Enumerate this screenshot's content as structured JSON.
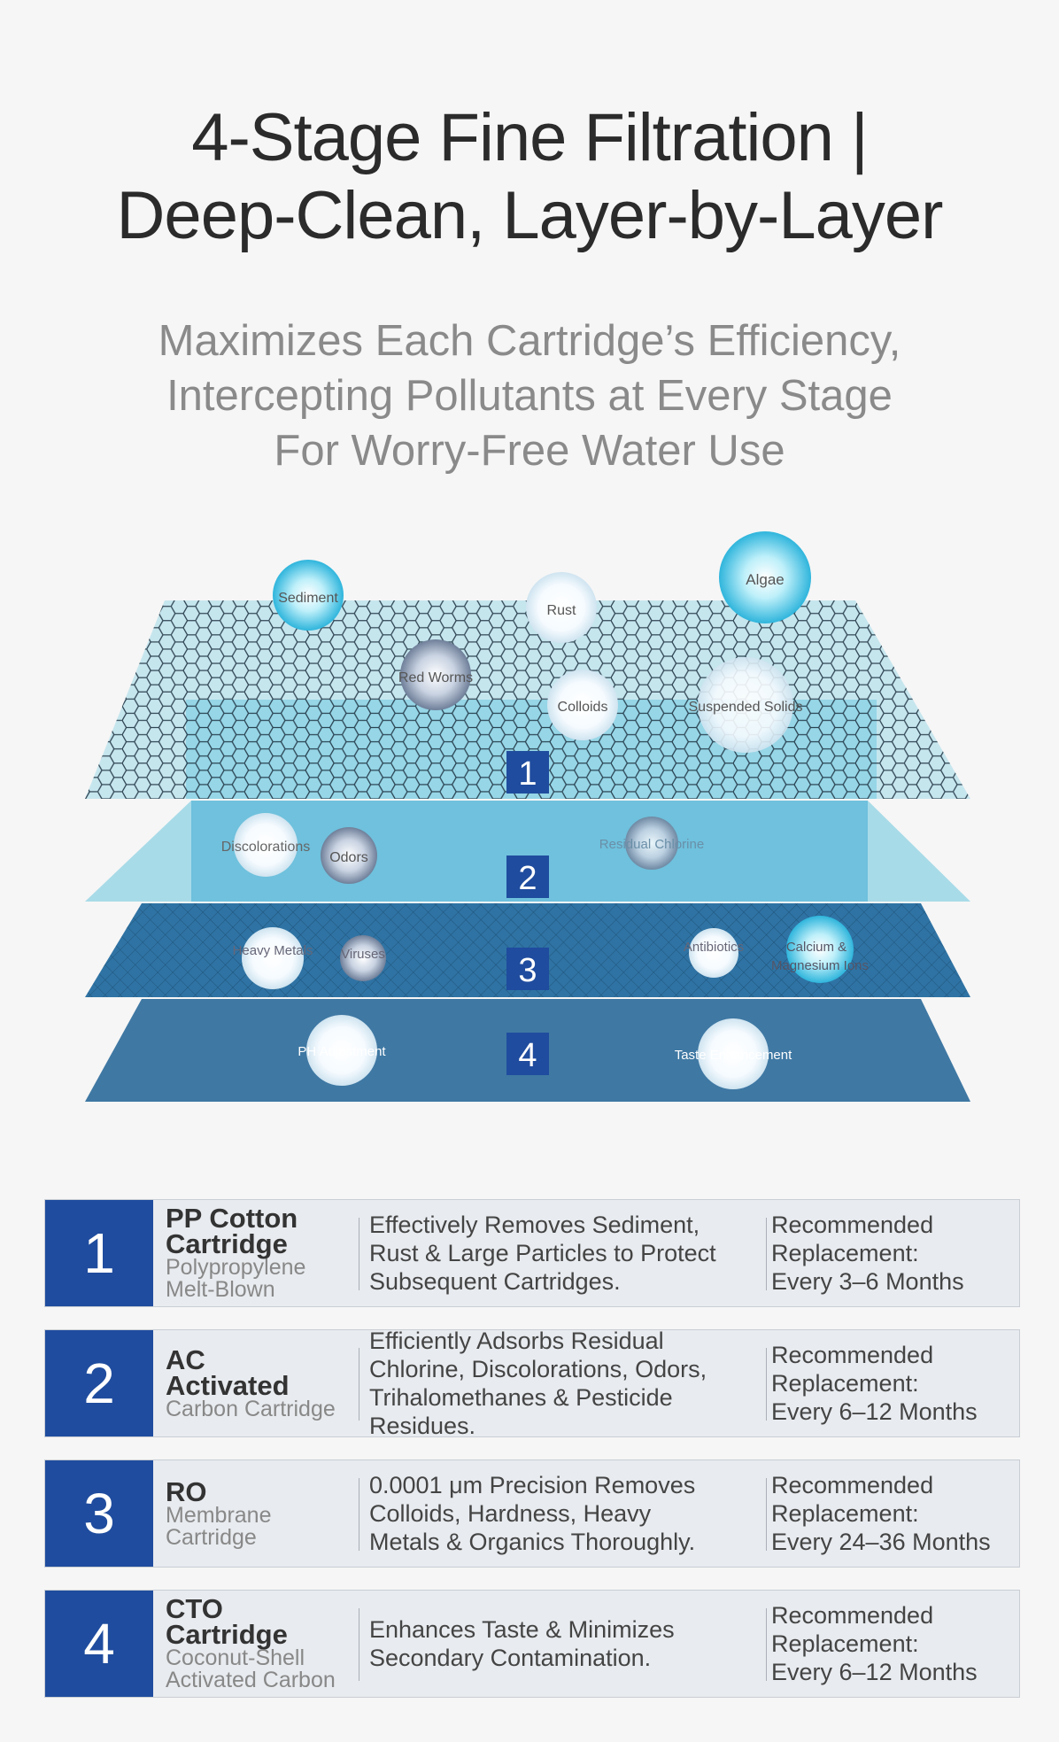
{
  "header": {
    "title_line1": "4-Stage Fine Filtration |",
    "title_line2": "Deep-Clean, Layer-by-Layer",
    "subtitle_line1": "Maximizes Each Cartridge’s Efficiency,",
    "subtitle_line2": "Intercepting Pollutants at Every Stage",
    "subtitle_line3": "For Worry-Free Water Use"
  },
  "layers": [
    {
      "number": "1",
      "pollutants": [
        "Sediment",
        "Rust",
        "Algae",
        "Red Worms",
        "Colloids",
        "Suspended Solids"
      ]
    },
    {
      "number": "2",
      "pollutants": [
        "Discolorations",
        "Odors",
        "Residual Chlorine"
      ]
    },
    {
      "number": "3",
      "pollutants": [
        "Heavy Metals",
        "Viruses",
        "Antibiotics",
        "Calcium &",
        "Magnesium Ions"
      ]
    },
    {
      "number": "4",
      "pollutants": [
        "PH Adjustment",
        "Taste Enhancement"
      ]
    }
  ],
  "colors": {
    "title": "#2b2b2b",
    "subtitle": "#8a8a8a",
    "badge": "#1f4c9e",
    "layer1": "#9fd8e8",
    "layer2": "#a8dbe8",
    "layer3": "#2f73a4",
    "layer4": "#3f78a3"
  },
  "cartridges": [
    {
      "number": "1",
      "name_main": [
        "PP Cotton",
        "Cartridge"
      ],
      "name_sub": [
        "Polypropylene",
        "Melt-Blown"
      ],
      "description": [
        "Effectively Removes Sediment,",
        "Rust & Large Particles to Protect",
        "Subsequent Cartridges."
      ],
      "replacement": [
        "Recommended",
        "Replacement:",
        "Every 3–6 Months"
      ]
    },
    {
      "number": "2",
      "name_main": [
        "AC",
        "Activated"
      ],
      "name_sub": [
        "Carbon Cartridge"
      ],
      "description": [
        "Efficiently Adsorbs Residual",
        "Chlorine, Discolorations, Odors,",
        "Trihalomethanes & Pesticide",
        "Residues."
      ],
      "replacement": [
        "Recommended",
        "Replacement:",
        "Every 6–12 Months"
      ]
    },
    {
      "number": "3",
      "name_main": [
        "RO"
      ],
      "name_sub": [
        "Membrane",
        "Cartridge"
      ],
      "description": [
        "0.0001 μm Precision Removes",
        "Colloids, Hardness, Heavy",
        "Metals & Organics Thoroughly."
      ],
      "replacement": [
        "Recommended",
        "Replacement:",
        "Every 24–36 Months"
      ]
    },
    {
      "number": "4",
      "name_main": [
        "CTO",
        "Cartridge"
      ],
      "name_sub": [
        "Coconut-Shell",
        "Activated Carbon"
      ],
      "description": [
        "Enhances Taste & Minimizes",
        "Secondary Contamination."
      ],
      "replacement": [
        "Recommended",
        "Replacement:",
        "Every 6–12 Months"
      ]
    }
  ]
}
